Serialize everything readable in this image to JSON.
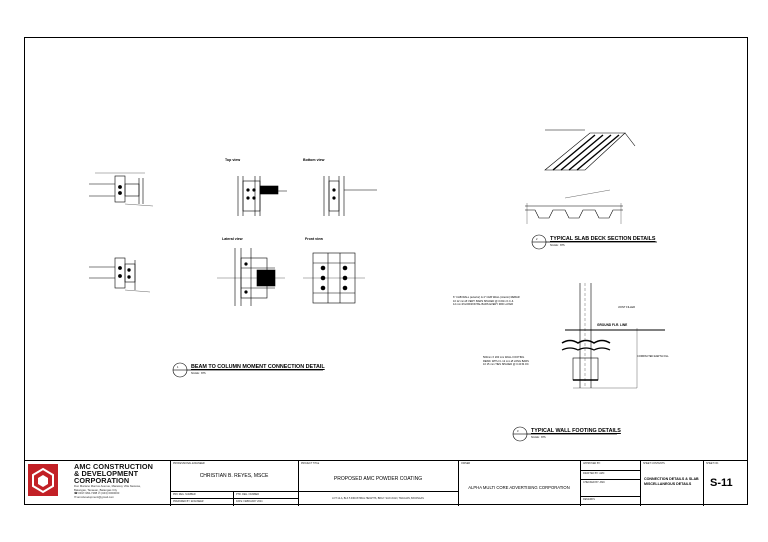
{
  "views": {
    "top": "Top view",
    "bottom": "Bottom view",
    "lateral": "Lateral view",
    "front": "Front view"
  },
  "details": {
    "beam_column": {
      "number": "1",
      "title": "BEAM TO COLUMN MOMENT CONNECTION DETAIL",
      "scale": "SCALE : NTS"
    },
    "slab_deck": {
      "number": "2",
      "title": "TYPICAL SLAB DECK SECTION DETAILS",
      "scale": "SCALE : NTS"
    },
    "wall_footing": {
      "number": "3",
      "title": "TYPICAL WALL FOOTING DETAILS",
      "scale": "SCALE : NTS"
    }
  },
  "wall_notes": {
    "chb": [
      "6\" CHB WALL (exterior) & 4\" CHB WALL (interior) REBAR",
      "10 12 mm Ø VERT. BARS SPACED @ 0.60m O.C &",
      "12 mm Ø HORIZONTAL BARS EVERY 3RD LAYER"
    ],
    "joint_filler": "JOINT FILLER",
    "ground_line": "GROUND FLR. LINE",
    "footing": [
      "500mm X 200 mm WALL FOOTING",
      "REINF. WITH 3- 12 mm Ø LONG BARS",
      "10 15 mm TIES SPACED @ 0.40 M.OC"
    ],
    "earth_fill": "COMPACTED EARTH FILL"
  },
  "title_block": {
    "company_lines": [
      "AMC CONSTRUCTION",
      "& DEVELOPMENT",
      "CORPORATION"
    ],
    "company_address": [
      "Don Mariano Marcos Avenue, Marawoy Villa Nestosa,",
      "Batangas, Tanauan, Batangas City"
    ],
    "company_phone": "0917-984-7288",
    "company_tel": "(043) 0000000",
    "company_email": "amcdevelopment@gmail.com",
    "engineer_label": "PROFESSIONAL ENGINEER",
    "engineer_name": "CHRISTIAN B. REYES, MSCE",
    "prc_label": "PRC REG. NUMBER",
    "ptr_label": "PTR. REG. NUMBER",
    "prepared_label": "PREPARED BY: ENGINEER",
    "date_label": "DATE: FEBRUARY 2024",
    "project_label": "PROJECT TITLE",
    "project_title": "PROPOSED AMC POWDER COATING",
    "project_address": "LOT 12-A, BLK 5 INDUSTRIAL HEIGHTS, BRGY. SAN JUAN, TANAUAN, BATANGAS",
    "owner_label": "OWNER",
    "owner_name": "ALPHA MULTI CORE ADVERTISING CORPORATION",
    "approved_label": "APPROVED BY:",
    "drafted_label": "DRAFTED BY: AMC",
    "checked_label": "CHECKED BY: AMC",
    "remarks_label": "REMARKS",
    "sheet_contents_label": "SHEET CONTENTS",
    "sheet_contents": [
      "CONNECTION DETAILS & SLAB",
      "MISCELLANEOUS DETAILS"
    ],
    "sheet_no_label": "SHEET NO.",
    "sheet_no": "S-11"
  }
}
